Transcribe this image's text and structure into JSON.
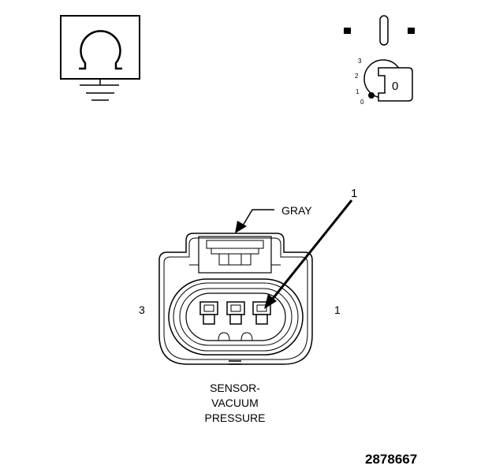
{
  "ignition_key": {
    "positions": [
      "3",
      "2",
      "1",
      "0"
    ],
    "key_label": "0"
  },
  "connector": {
    "wire_color": "GRAY",
    "callout": "1",
    "pin_left": "3",
    "pin_right": "1",
    "label_lines": [
      "SENSOR-",
      "VACUUM",
      "PRESSURE"
    ]
  },
  "figure_number": "2878667"
}
